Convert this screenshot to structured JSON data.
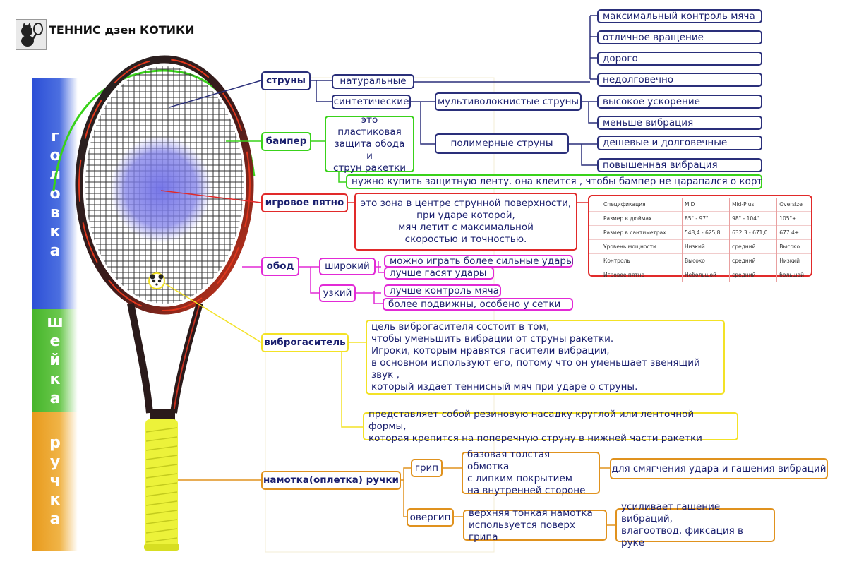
{
  "title": "ТЕННИС дзен КОТИКИ",
  "icons": {
    "logo": "cat-with-racket-icon",
    "dampener": "panda-dampener-icon"
  },
  "colors": {
    "strings": "#2a2f7a",
    "bumper": "#39d21a",
    "sweetspot": "#e12a2a",
    "frame": "#e22ad6",
    "dampener": "#f3e226",
    "grip": "#e0921e"
  },
  "bands": {
    "head": [
      "г",
      "о",
      "л",
      "о",
      "в",
      "к",
      "а"
    ],
    "neck": [
      "ш",
      "е",
      "й",
      "к",
      "а"
    ],
    "grip": [
      "р",
      "у",
      "ч",
      "к",
      "а"
    ]
  },
  "strings": {
    "label": "струны",
    "natural": "натуральные",
    "synthetic": "синтетические",
    "multifilament": "мультиволокнистые струны",
    "polymer": "полимерные струны",
    "natural_props": [
      "максимальный контроль мяча",
      "отличное вращение",
      "дорого",
      "недолговечно"
    ],
    "multi_props": [
      "высокое ускорение",
      "меньше вибрация"
    ],
    "poly_props": [
      "дешевые и долговечные",
      "повышенная вибрация"
    ]
  },
  "bumper": {
    "label": "бампер",
    "desc": [
      "это",
      "пластиковая",
      "защита обода и",
      "струн ракетки"
    ],
    "tip": "нужно купить защитную ленту. она клеится , чтобы бампер не царапался о корт"
  },
  "sweetspot": {
    "label": "игровое пятно",
    "desc": [
      "это зона в центре струнной поверхности,",
      "при ударе которой,",
      "мяч летит с максимальной",
      "скоростью и точностью."
    ],
    "table": {
      "header": [
        "Спецификация",
        "MID",
        "Mid-Plus",
        "Oversize"
      ],
      "rows": [
        [
          "Размер в дюймах",
          "85\" - 97\"",
          "98\" - 104\"",
          "105\"+"
        ],
        [
          "Размер в сантиметрах",
          "548,4 - 625,8",
          "632,3 - 671,0",
          "677.4+"
        ],
        [
          "Уровень мощности",
          "Низкий",
          "средний",
          "Высоко"
        ],
        [
          "Контроль",
          "Высоко",
          "средний",
          "Низкий"
        ],
        [
          "Игровое пятно",
          "Небольшой",
          "средний",
          "большой"
        ]
      ]
    }
  },
  "frame": {
    "label": "обод",
    "wide": "широкий",
    "wide_props": [
      "можно играть более сильные удары",
      "лучше гасят удары"
    ],
    "narrow": "узкий",
    "narrow_props": [
      "лучше контроль мяча",
      "более подвижны, особено у сетки"
    ]
  },
  "dampener": {
    "label": "виброгаситель",
    "desc": [
      "цель виброгасителя состоит в том,",
      "чтобы уменьшить вибрации от струны ракетки.",
      "Игроки, которым нравятся гасители вибрации,",
      "в основном используют его, потому что он уменьшает звенящий звук ,",
      "который издает теннисный мяч при ударе о струны."
    ],
    "form": [
      "представляет собой резиновую насадку круглой или ленточной формы,",
      "которая крепится на поперечную струну в нижней части ракетки"
    ]
  },
  "grip": {
    "label": "намотка(оплетка) ручки",
    "base": "грип",
    "base_desc": [
      "базовая толстая обмотка",
      "с липким покрытием",
      "на внутренней стороне"
    ],
    "base_purpose": "для смягчения удара и гашения вибраций",
    "over": "овергип",
    "over_desc": [
      "верхняя тонкая намотка",
      "используется поверх грипа"
    ],
    "over_purpose": [
      "усиливает гашение вибраций,",
      "влагоотвод, фиксация в руке"
    ]
  }
}
